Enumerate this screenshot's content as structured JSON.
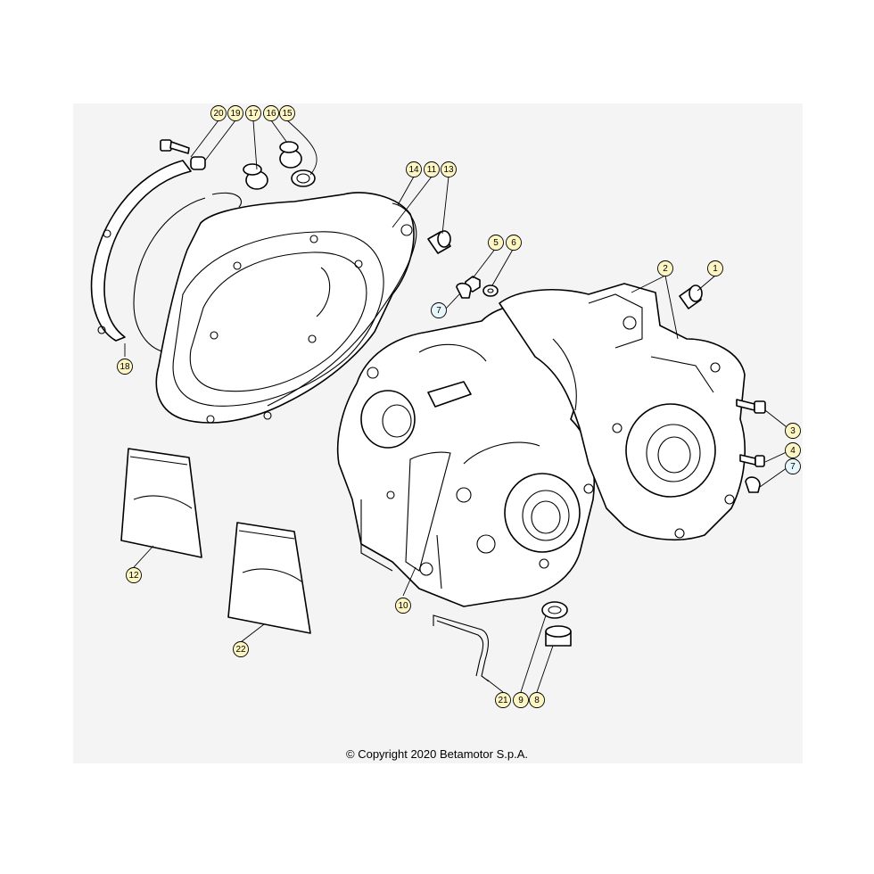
{
  "copyright": "© Copyright 2020 Betamotor S.p.A.",
  "colors": {
    "panel_background": "#f4f4f4",
    "callout_yellow": "#fdf6c3",
    "callout_blue": "#e6f6fb"
  },
  "callouts": [
    {
      "label": "20",
      "style": "yellow"
    },
    {
      "label": "19",
      "style": "yellow"
    },
    {
      "label": "17",
      "style": "yellow"
    },
    {
      "label": "16",
      "style": "yellow"
    },
    {
      "label": "15",
      "style": "yellow"
    },
    {
      "label": "14",
      "style": "yellow"
    },
    {
      "label": "11",
      "style": "yellow"
    },
    {
      "label": "13",
      "style": "yellow"
    },
    {
      "label": "5",
      "style": "yellow"
    },
    {
      "label": "6",
      "style": "yellow"
    },
    {
      "label": "7",
      "style": "blue"
    },
    {
      "label": "2",
      "style": "yellow"
    },
    {
      "label": "1",
      "style": "yellow"
    },
    {
      "label": "18",
      "style": "yellow"
    },
    {
      "label": "3",
      "style": "yellow"
    },
    {
      "label": "4",
      "style": "yellow"
    },
    {
      "label": "7",
      "style": "blue"
    },
    {
      "label": "12",
      "style": "yellow"
    },
    {
      "label": "10",
      "style": "yellow"
    },
    {
      "label": "22",
      "style": "yellow"
    },
    {
      "label": "21",
      "style": "yellow"
    },
    {
      "label": "9",
      "style": "yellow"
    },
    {
      "label": "8",
      "style": "yellow"
    }
  ]
}
